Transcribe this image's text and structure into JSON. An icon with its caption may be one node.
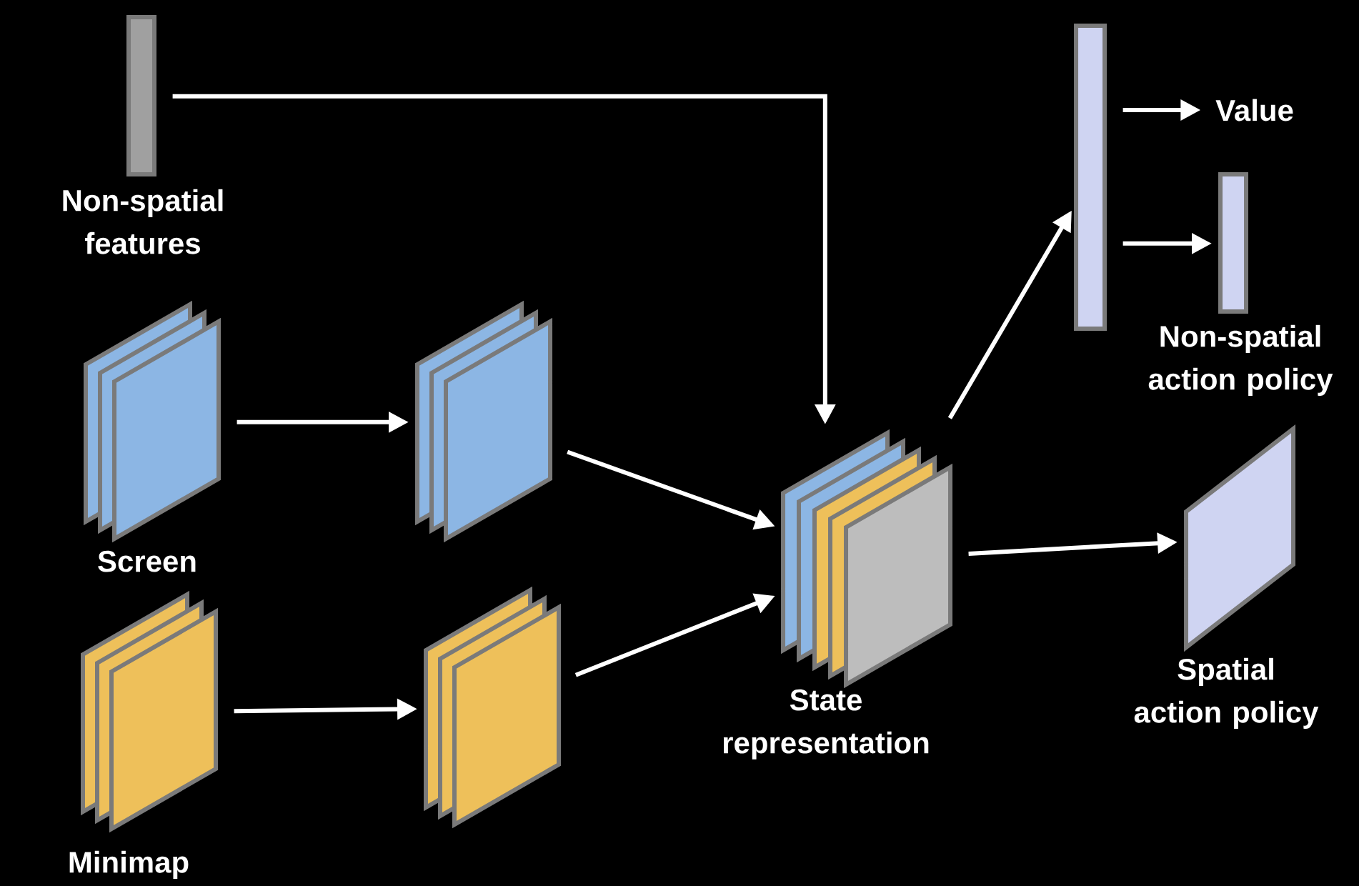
{
  "diagram": {
    "nodes": [
      {
        "text": [],
        "shape": "bar",
        "beside": [
          "Non-spatial features"
        ]
      },
      {
        "text": [],
        "shape": "stack",
        "beside": [
          "Screen"
        ]
      },
      {
        "text": [],
        "shape": "stack"
      },
      {
        "text": [],
        "shape": "stack",
        "beside": [
          "Minimap"
        ]
      },
      {
        "text": [],
        "shape": "stack"
      },
      {
        "text": [],
        "shape": "stack",
        "beside": [
          "State representation"
        ]
      },
      {
        "text": [],
        "shape": "bar"
      },
      {
        "text": [
          "Value"
        ]
      },
      {
        "text": [],
        "shape": "bar",
        "beside": [
          "Non-spatial action policy"
        ]
      },
      {
        "text": [],
        "shape": "plane",
        "beside": [
          "Spatial action policy"
        ]
      }
    ],
    "edges": [
      {
        "from": 0,
        "to": 5,
        "arrow": "to"
      },
      {
        "from": 1,
        "to": 2,
        "arrow": "to"
      },
      {
        "from": 2,
        "to": 5,
        "arrow": "to"
      },
      {
        "from": 3,
        "to": 4,
        "arrow": "to"
      },
      {
        "from": 4,
        "to": 5,
        "arrow": "to"
      },
      {
        "from": 5,
        "to": 6,
        "arrow": "to"
      },
      {
        "from": 6,
        "to": 7,
        "arrow": "to"
      },
      {
        "from": 6,
        "to": 8,
        "arrow": "to"
      },
      {
        "from": 5,
        "to": 9,
        "arrow": "to"
      }
    ]
  }
}
